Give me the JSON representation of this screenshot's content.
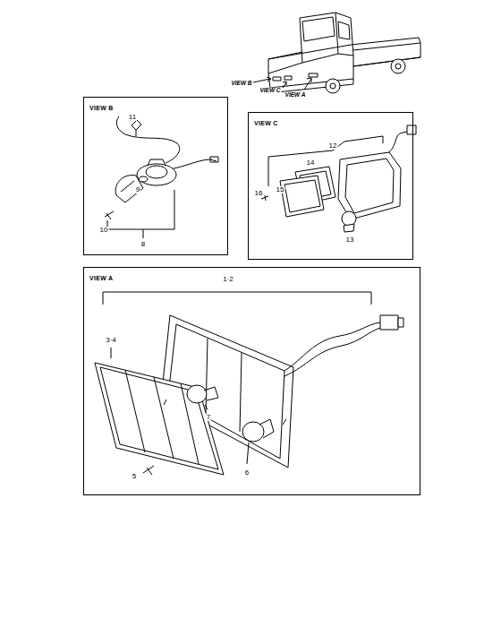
{
  "diagram": {
    "nodes": [
      {
        "text": [
          "VIEW B"
        ]
      },
      {
        "text": [
          "VIEW C"
        ]
      },
      {
        "text": [
          "VIEW A"
        ]
      }
    ],
    "labels": [
      "VIEW B",
      "VIEW C",
      "VIEW A",
      "11",
      "9",
      "10",
      "8",
      "12",
      "14",
      "16",
      "15",
      "13",
      "1·2",
      "3·4",
      "7",
      "6",
      "5"
    ]
  }
}
